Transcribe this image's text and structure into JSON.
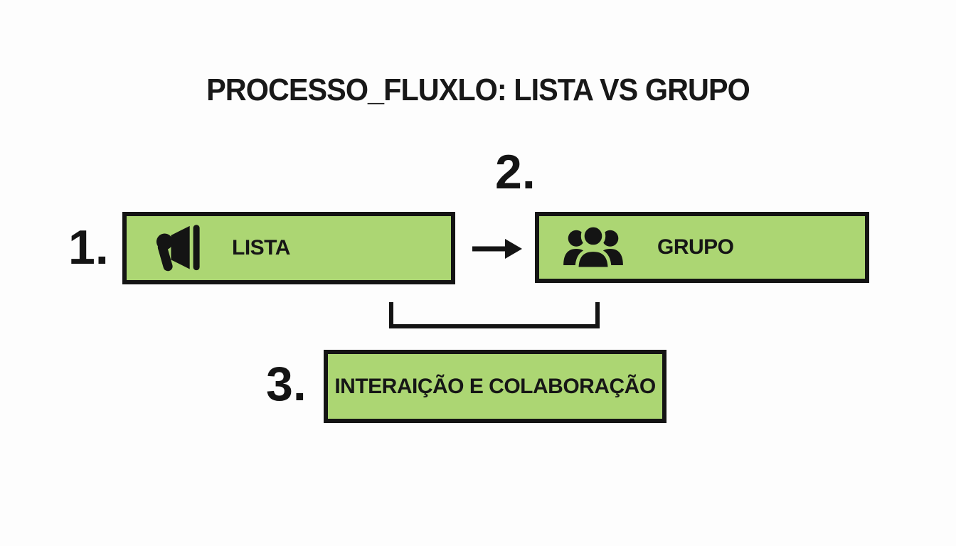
{
  "title": "PROCESSO_FLUXLO: LISTA VS GRUPO",
  "palette": {
    "background": "#fdfdfd",
    "box-fill": "#acd673",
    "box-border": "#141414",
    "text-color": "#1b1b1b"
  },
  "steps": [
    {
      "number": "1.",
      "label": "LISTA",
      "icon": "megaphone-icon"
    },
    {
      "number": "2.",
      "label": "GRUPO",
      "icon": "group-icon"
    },
    {
      "number": "3.",
      "label": "INTERAIÇÃO E COLABORAÇÃO",
      "icon": ""
    }
  ],
  "connectors": {
    "arrow": "right-arrow-icon",
    "bracket": "u-bracket-connector"
  }
}
